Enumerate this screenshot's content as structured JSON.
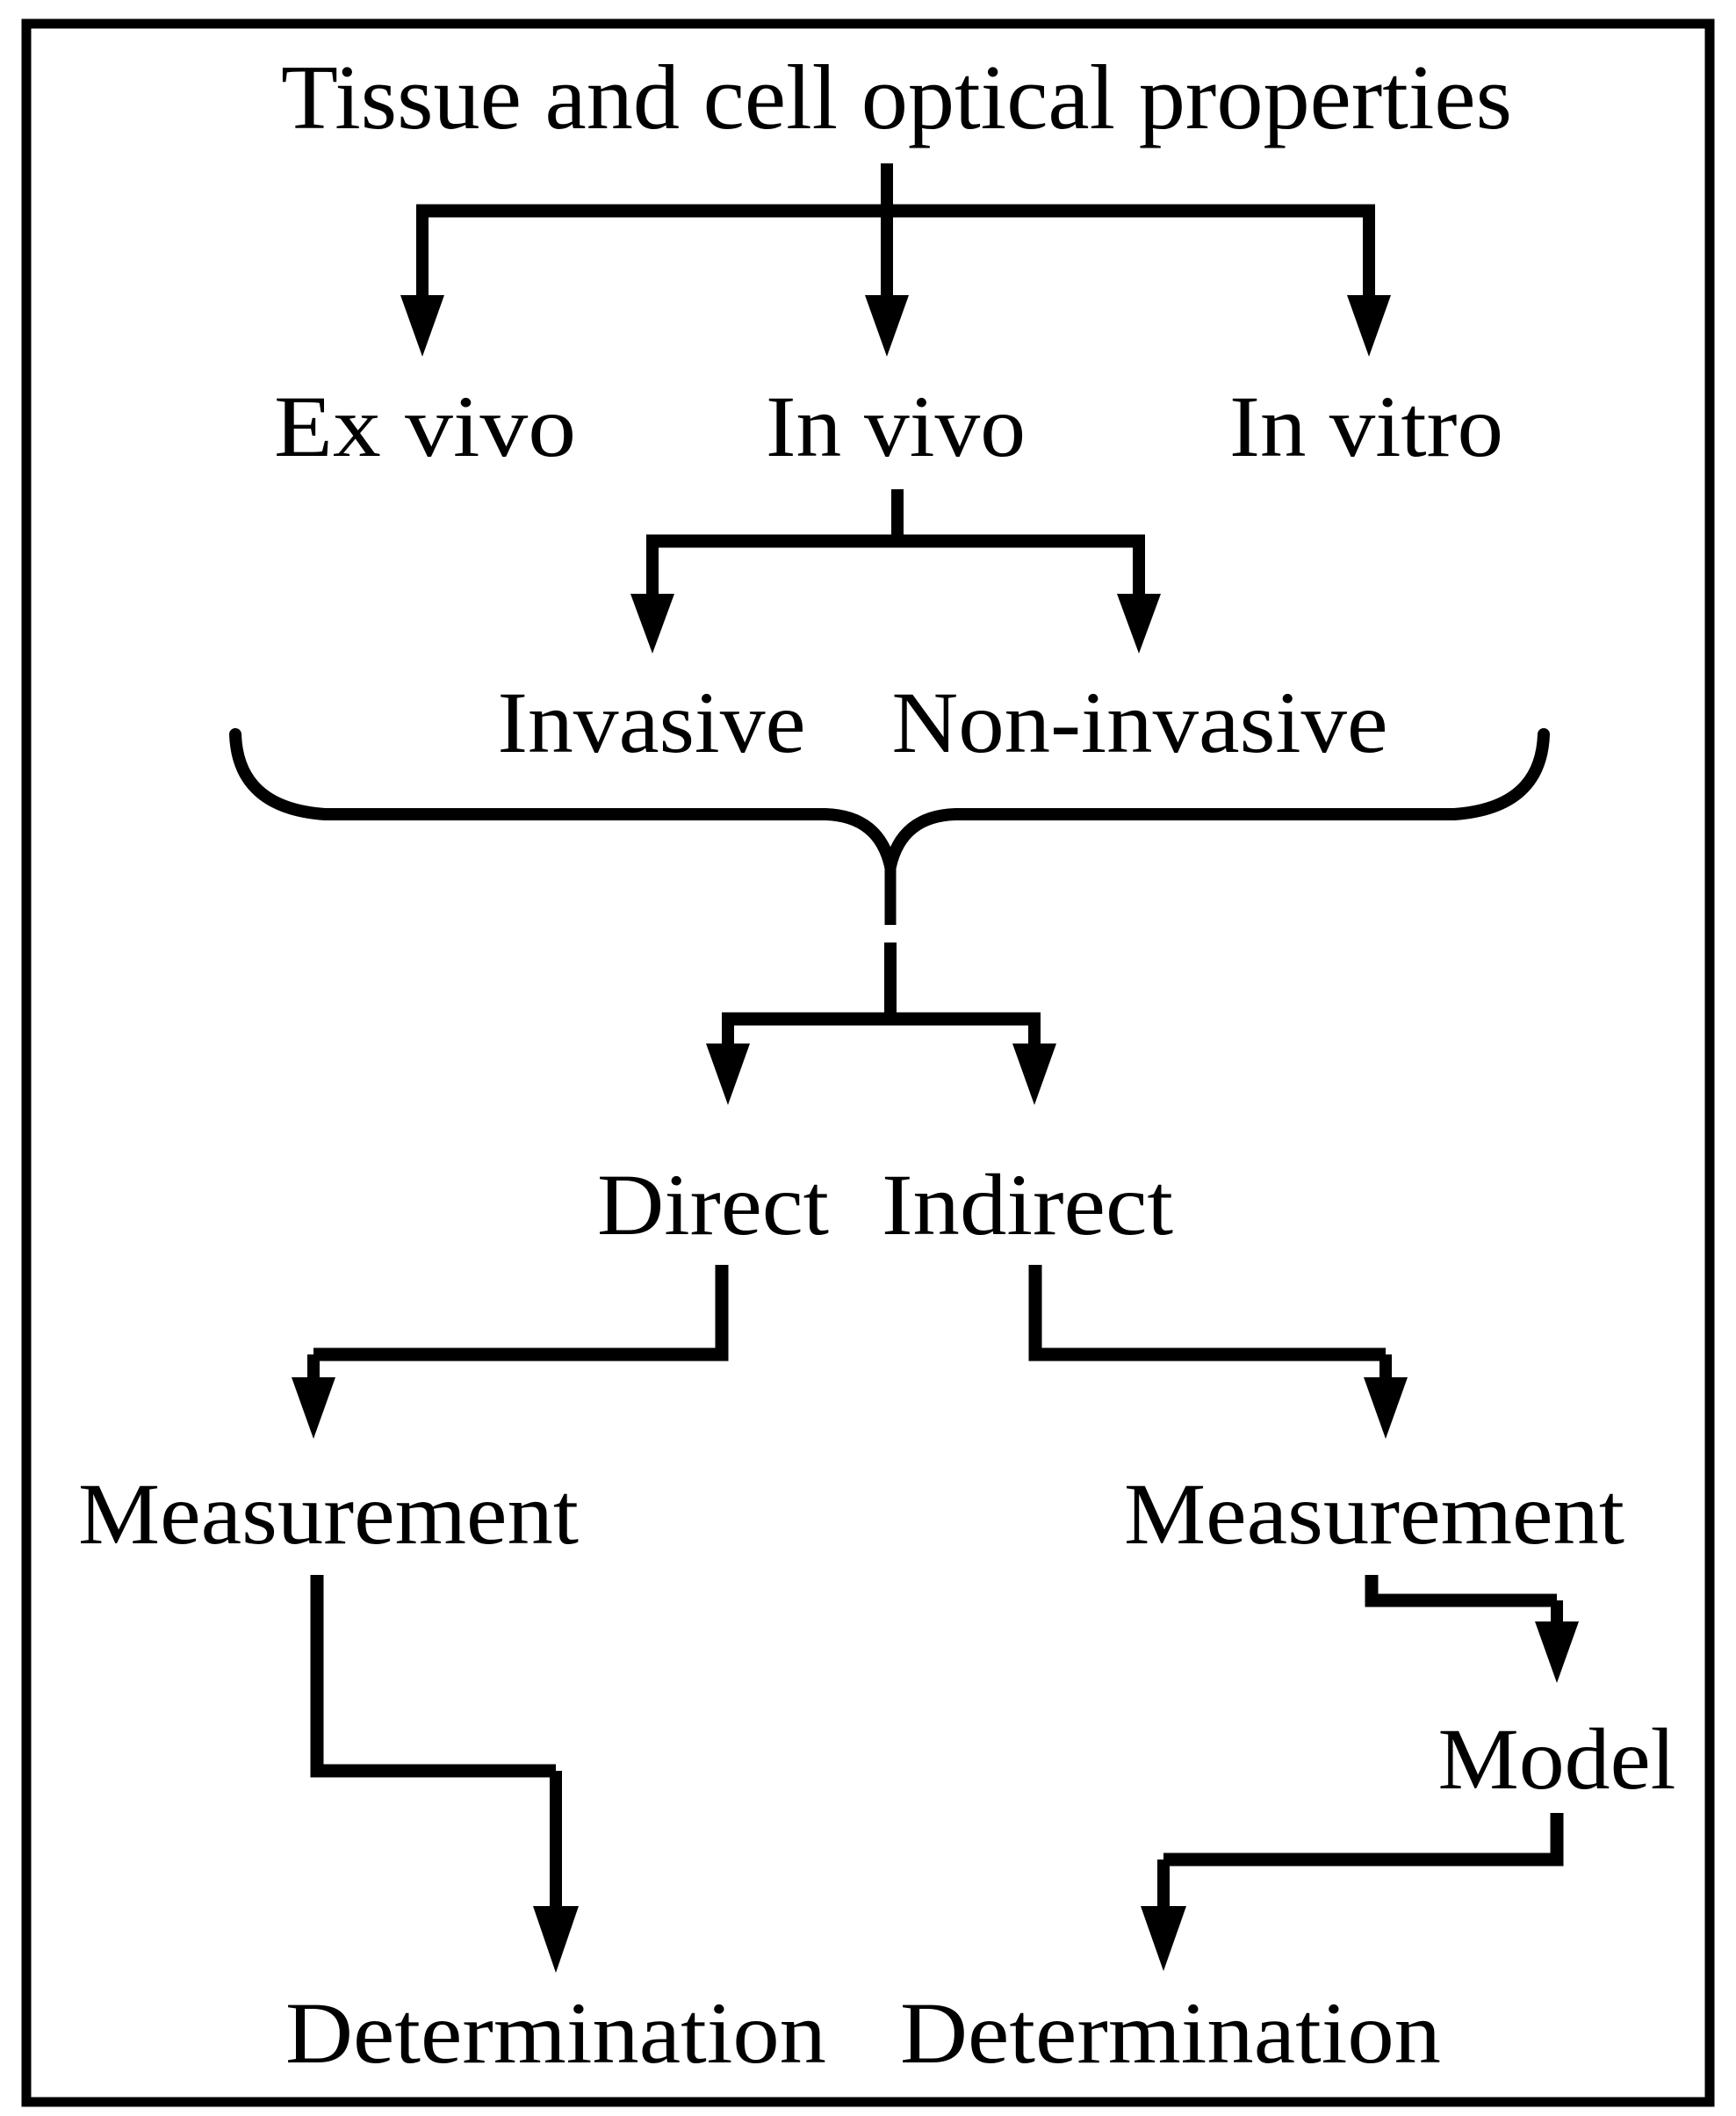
{
  "figure": {
    "type": "flowchart",
    "background_color": "#ffffff",
    "ink_color": "#000000",
    "title": "Tissue and cell optical properties",
    "nodes": {
      "title": {
        "label": "Tissue and cell optical properties"
      },
      "ex_vivo": {
        "label": "Ex vivo"
      },
      "in_vivo": {
        "label": "In vivo"
      },
      "in_vitro": {
        "label": "In vitro"
      },
      "invasive": {
        "label": "Invasive"
      },
      "non_invasive": {
        "label": "Non-invasive"
      },
      "direct": {
        "label": "Direct"
      },
      "indirect": {
        "label": "Indirect"
      },
      "measurement_direct": {
        "label": "Measurement"
      },
      "measurement_indirect": {
        "label": "Measurement"
      },
      "model": {
        "label": "Model"
      },
      "determination_direct": {
        "label": "Determination"
      },
      "determination_indirect": {
        "label": "Determination"
      }
    },
    "edges": [
      {
        "from": "Tissue and cell optical properties",
        "to": "Ex vivo",
        "style": "arrow"
      },
      {
        "from": "Tissue and cell optical properties",
        "to": "In vivo",
        "style": "arrow"
      },
      {
        "from": "Tissue and cell optical properties",
        "to": "In vitro",
        "style": "arrow"
      },
      {
        "from": "In vivo",
        "to": "Invasive",
        "style": "arrow"
      },
      {
        "from": "In vivo",
        "to": "Non-invasive",
        "style": "arrow"
      },
      {
        "from": "Ex vivo / In vivo / In vitro / Invasive / Non-invasive",
        "to": "Direct",
        "style": "curly-brace gather then arrow"
      },
      {
        "from": "Ex vivo / In vivo / In vitro / Invasive / Non-invasive",
        "to": "Indirect",
        "style": "curly-brace gather then arrow"
      },
      {
        "from": "Direct",
        "to": "Measurement",
        "style": "elbow arrow"
      },
      {
        "from": "Indirect",
        "to": "Measurement",
        "style": "elbow arrow"
      },
      {
        "from": "Measurement (direct)",
        "to": "Determination",
        "style": "elbow arrow"
      },
      {
        "from": "Measurement (indirect)",
        "to": "Model",
        "style": "elbow arrow"
      },
      {
        "from": "Model",
        "to": "Determination",
        "style": "elbow arrow"
      }
    ]
  }
}
